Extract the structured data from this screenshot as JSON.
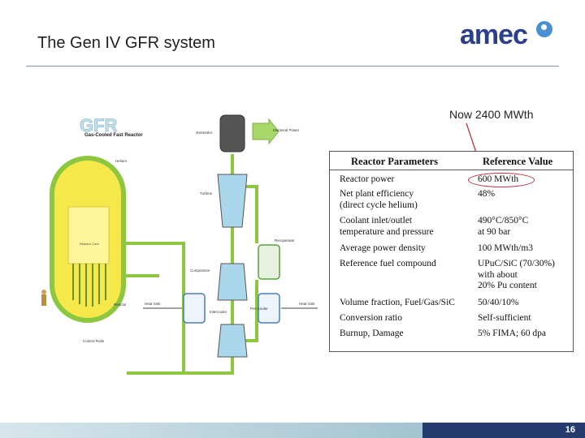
{
  "slide": {
    "title": "The Gen IV GFR system",
    "logo_text": "amec",
    "note": "Now 2400 MWth",
    "page_number": "16"
  },
  "diagram": {
    "brand": "GFR",
    "subtitle": "Gas-Cooled Fast Reactor",
    "labels": {
      "generator": "Generator",
      "electrical_power": "Electrical Power",
      "turbine": "Turbine",
      "recuperator": "Recuperator",
      "compressor": "Compressor",
      "intercooler": "Intercooler",
      "precooler": "Pre-Cooler",
      "heat_sink_left": "Heat Sink",
      "heat_sink_right": "Heat Sink",
      "reactor": "Reactor",
      "reactor_core": "Reactor Core",
      "helium": "Helium",
      "control_rods": "Control Rods"
    }
  },
  "table": {
    "header_param": "Reactor Parameters",
    "header_value": "Reference Value",
    "rows": [
      {
        "param": "Reactor power",
        "value": "600 MWth"
      },
      {
        "param": "Net plant efficiency\n(direct cycle helium)",
        "value": "48%"
      },
      {
        "param": "Coolant inlet/outlet\ntemperature and pressure",
        "value": "490°C/850°C\nat 90 bar"
      },
      {
        "param": "Average power density",
        "value": "100 MWth/m3"
      },
      {
        "param": "Reference fuel compound",
        "value": "UPuC/SiC (70/30%)\nwith about\n20% Pu content"
      },
      {
        "param": "Volume fraction, Fuel/Gas/SiC",
        "value": "50/40/10%"
      },
      {
        "param": "Conversion ratio",
        "value": "Self-sufficient"
      },
      {
        "param": "Burnup, Damage",
        "value": "5% FIMA; 60 dpa"
      }
    ]
  },
  "colors": {
    "title_rule": "#7f8fa6",
    "footer_dark": "#253b6e",
    "highlight": "#c0343e",
    "pipe_green": "#8dc63f",
    "vessel_yellow": "#f4e84a"
  }
}
